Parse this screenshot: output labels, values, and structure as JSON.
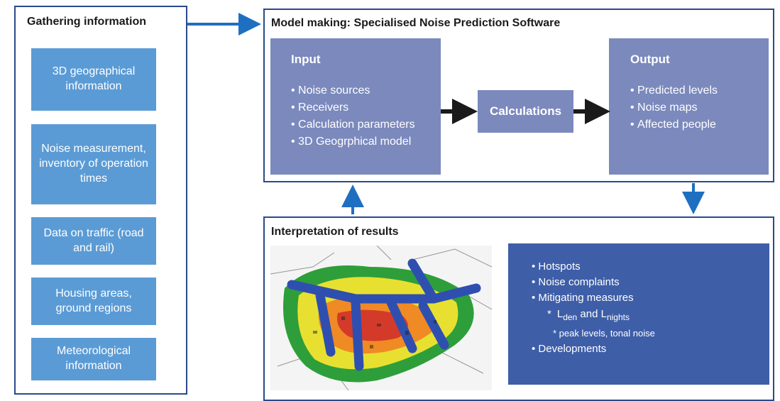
{
  "gathering": {
    "title": "Gathering information",
    "items": [
      "3D geographical information",
      "Noise measurement, inventory of operation times",
      "Data on traffic (road and rail)",
      "Housing areas, ground regions",
      "Meteorological information"
    ]
  },
  "model": {
    "title": "Model making: Specialised Noise Prediction Software",
    "input": {
      "title": "Input",
      "items": [
        "Noise sources",
        "Receivers",
        "Calculation parameters",
        "3D Geogrphical model"
      ]
    },
    "calculations": "Calculations",
    "output": {
      "title": "Output",
      "items": [
        "Predicted levels",
        "Noise maps",
        "Affected people"
      ]
    }
  },
  "interpretation": {
    "title": "Interpretation of results",
    "items": {
      "hotspots": "Hotspots",
      "complaints": "Noise complaints",
      "mitigating": "Mitigating measures",
      "sub1_star": "*",
      "sub1_l1": "L",
      "sub1_den": "den",
      "sub1_and": "and",
      "sub1_l2": "L",
      "sub1_nights": "nights",
      "sub2": "* peak levels, tonal noise",
      "developments": "Developments"
    }
  },
  "colors": {
    "frame": "#2a4a8a",
    "light_box": "#5b9bd5",
    "process_box": "#7b89bd",
    "result_box": "#3e5ea8",
    "arrow_blue": "#1f6fc0",
    "arrow_black": "#1a1a1a"
  }
}
